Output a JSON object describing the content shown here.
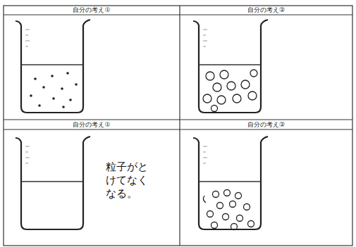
{
  "diagram": {
    "labels": [
      "自分の考え①",
      "自分の考え②",
      "自分の考え①",
      "自分の考え②",
      "粒子がとけてなくなる。"
    ]
  }
}
